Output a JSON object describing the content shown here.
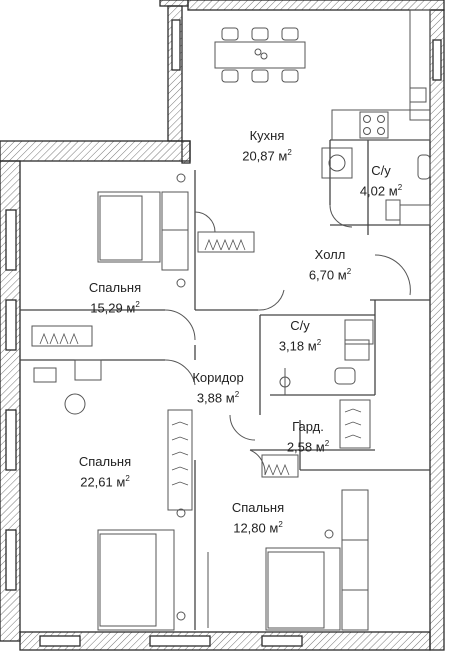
{
  "rooms": [
    {
      "key": "kitchen",
      "name": "Кухня",
      "area": "20,87",
      "unit": "м",
      "sup": "2"
    },
    {
      "key": "bath1",
      "name": "С/у",
      "area": "4,02",
      "unit": "м",
      "sup": "2"
    },
    {
      "key": "hall",
      "name": "Холл",
      "area": "6,70",
      "unit": "м",
      "sup": "2"
    },
    {
      "key": "bedroom1",
      "name": "Спальня",
      "area": "15,29",
      "unit": "м",
      "sup": "2"
    },
    {
      "key": "bath2",
      "name": "С/у",
      "area": "3,18",
      "unit": "м",
      "sup": "2"
    },
    {
      "key": "corridor",
      "name": "Коридор",
      "area": "3,88",
      "unit": "м",
      "sup": "2"
    },
    {
      "key": "wardrobe",
      "name": "Гард.",
      "area": "2,58",
      "unit": "м",
      "sup": "2"
    },
    {
      "key": "bedroom2",
      "name": "Спальня",
      "area": "22,61",
      "unit": "м",
      "sup": "2"
    },
    {
      "key": "bedroom3",
      "name": "Спальня",
      "area": "12,80",
      "unit": "м",
      "sup": "2"
    }
  ],
  "colors": {
    "wall": "#2b2b2b",
    "line": "#444444",
    "hatch": "#777777"
  }
}
